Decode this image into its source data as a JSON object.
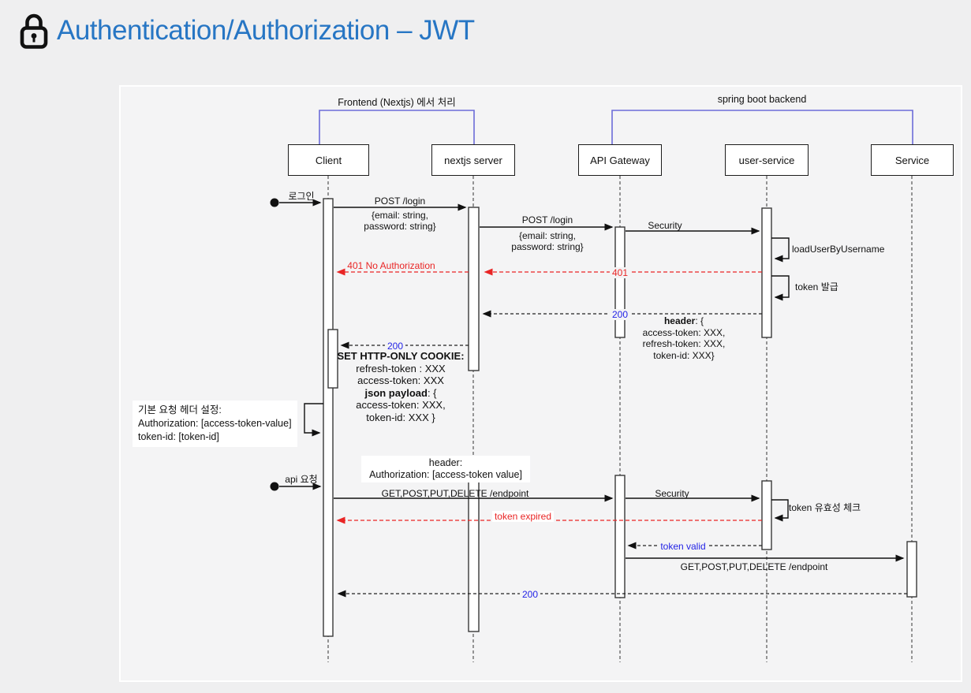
{
  "page": {
    "heading": "Authentication/Authorization – JWT",
    "heading_icon": "lock-icon"
  },
  "colors": {
    "heading_blue": "#2776c4",
    "group_bracket_blue": "#6c6cd9",
    "error_red": "#e92525",
    "status_blue": "#2323e6",
    "lifeline_gray": "#616161"
  },
  "groups": {
    "frontend": "Frontend (Nextjs) 에서 처리",
    "backend": "spring boot backend"
  },
  "participants": [
    {
      "name": "Client"
    },
    {
      "name": "nextjs server"
    },
    {
      "name": "API Gateway"
    },
    {
      "name": "user-service"
    },
    {
      "name": "Service"
    }
  ],
  "messages": {
    "login_trigger": "로그인",
    "post_login_client": "POST /login",
    "post_login_client_params": [
      "{email: string,",
      "password: string}"
    ],
    "post_login_gateway": "POST /login",
    "post_login_gateway_params": [
      "{email: string,",
      "password: string}"
    ],
    "security_login": "Security",
    "load_user_by_username": "loadUserByUsername",
    "unauthorized_label": "401 No Authorization",
    "unauthorized_code": "401",
    "token_issue": "token 발급",
    "ok_gateway": "200",
    "header_block": {
      "bold": "header",
      "rest": ": {",
      "lines": [
        "access-token: XXX,",
        "refresh-token: XXX,",
        "token-id: XXX}"
      ]
    },
    "ok_client": "200",
    "set_cookie": {
      "title": "SET HTTP-ONLY COOKIE:",
      "lines": [
        "refresh-token : XXX",
        "access-token: XXX"
      ],
      "payload_bold": "json payload",
      "payload_rest": ": {",
      "payload_lines": [
        "access-token: XXX,",
        "token-id: XXX }"
      ]
    },
    "default_header_note": [
      "기본 요청 헤더 설정:",
      "Authorization:  [access-token-value]",
      "token-id: [token-id]"
    ],
    "api_request_trigger": "api 요청",
    "request_header_note": [
      "header:",
      "Authorization: [access-token value]"
    ],
    "api_call": "GET,POST,PUT,DELETE /endpoint",
    "security_api": "Security",
    "token_validate": "token 유효성 체크",
    "token_expired": "token expired",
    "token_valid": "token valid",
    "service_call": "GET,POST,PUT,DELETE /endpoint",
    "ok_final": "200"
  }
}
